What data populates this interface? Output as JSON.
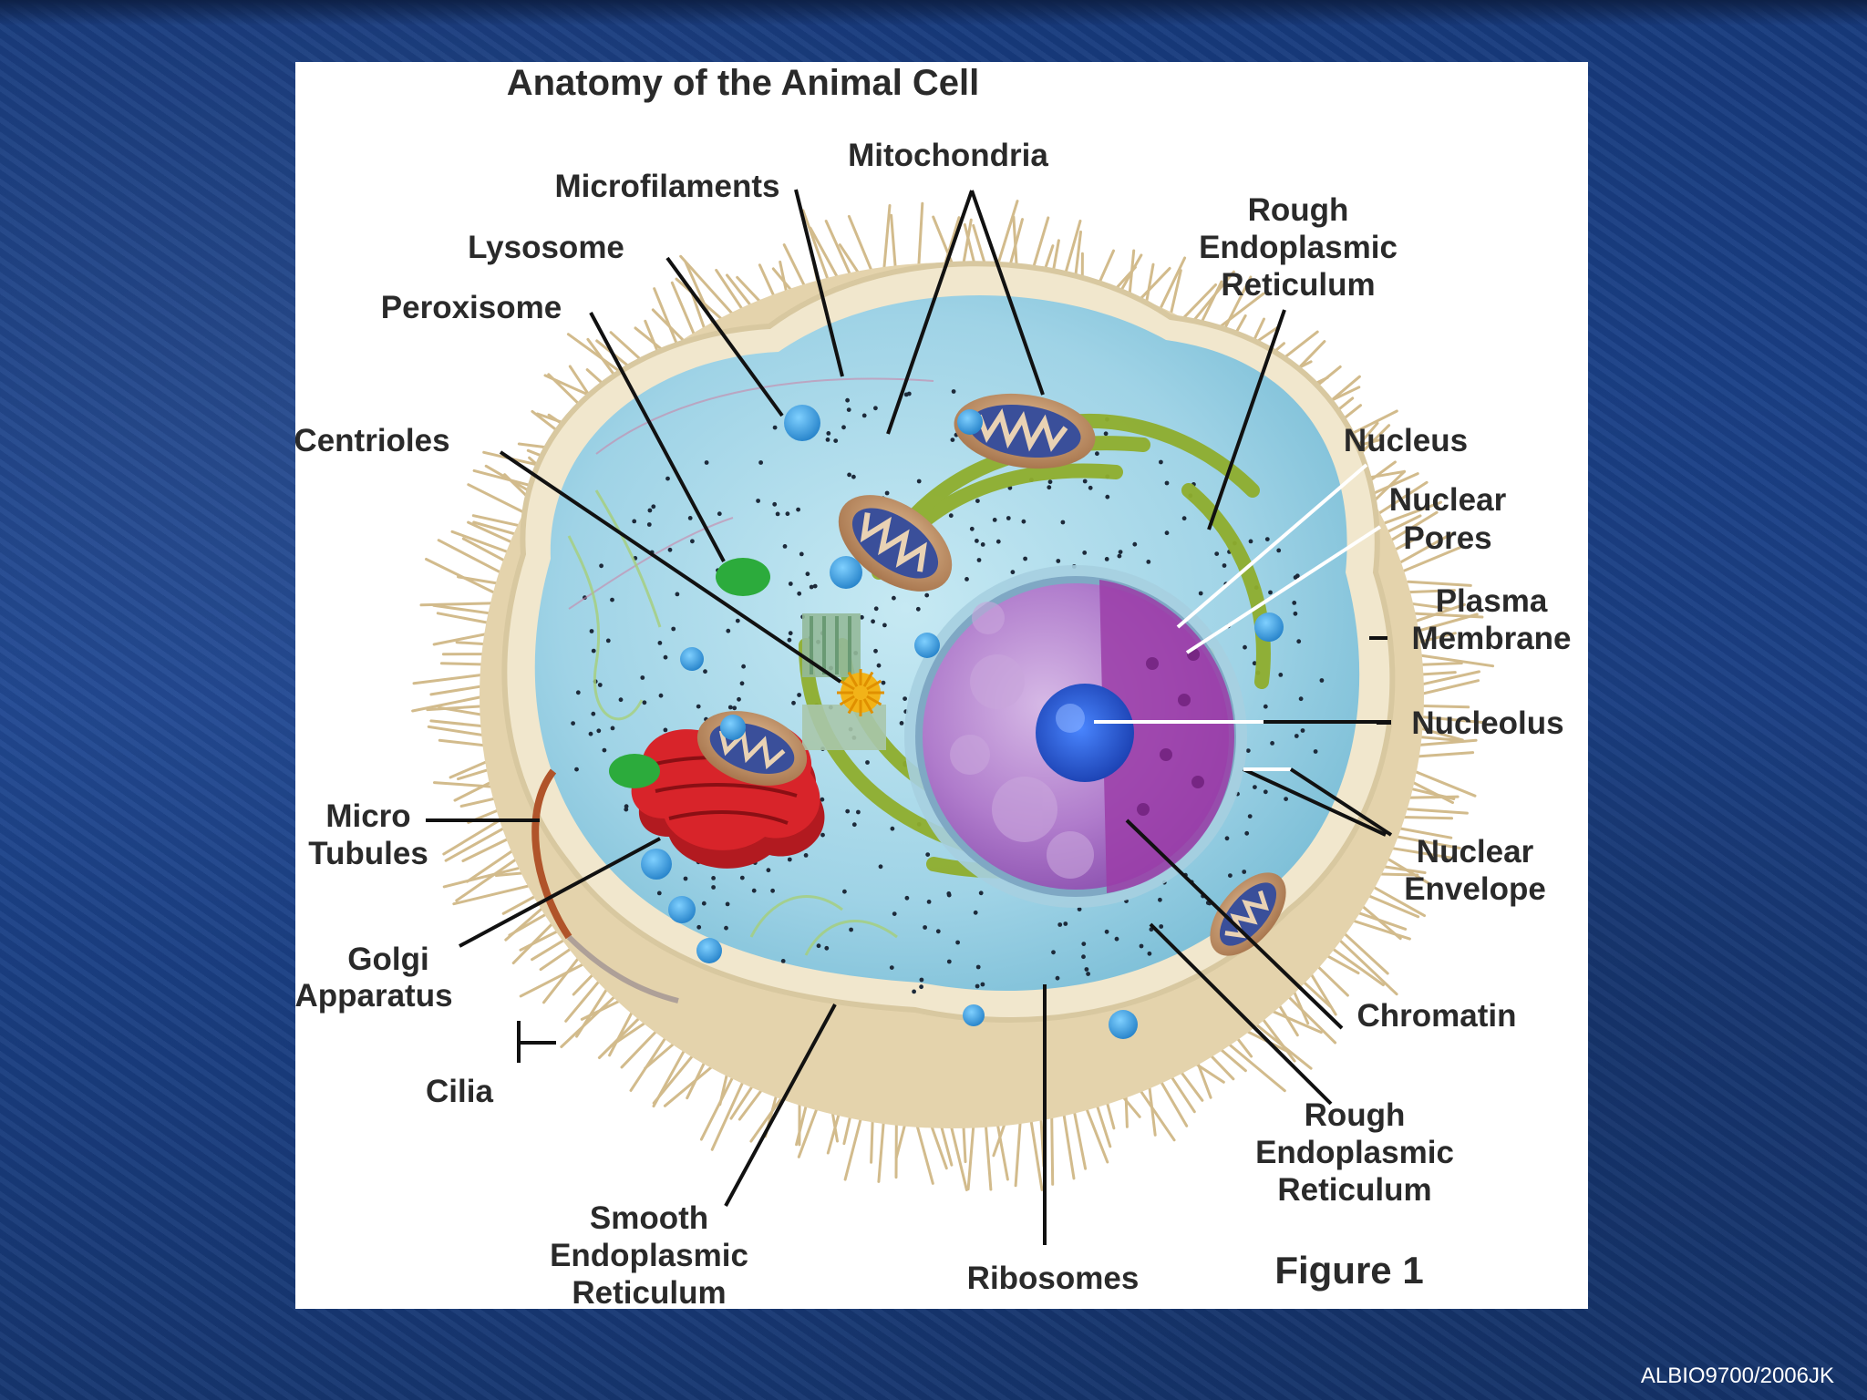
{
  "diagram": {
    "title": "Anatomy of the Animal Cell",
    "figure_label": "Figure 1",
    "labels": {
      "mitochondria": "Mitochondria",
      "microfilaments": "Microfilaments",
      "lysosome": "Lysosome",
      "peroxisome": "Peroxisome",
      "centrioles": "Centrioles",
      "micro_tubules": [
        "Micro",
        "Tubules"
      ],
      "golgi_apparatus": [
        "Golgi",
        "Apparatus"
      ],
      "cilia": "Cilia",
      "smooth_er": [
        "Smooth",
        "Endoplasmic",
        "Reticulum"
      ],
      "ribosomes": "Ribosomes",
      "rough_er_top": [
        "Rough",
        "Endoplasmic",
        "Reticulum"
      ],
      "nucleus": "Nucleus",
      "nuclear_pores": [
        "Nuclear",
        "Pores"
      ],
      "plasma_membrane": [
        "Plasma",
        "Membrane"
      ],
      "nucleolus": "Nucleolus",
      "nuclear_envelope": [
        "Nuclear",
        "Envelope"
      ],
      "chromatin": "Chromatin",
      "rough_er_bottom": [
        "Rough",
        "Endoplasmic",
        "Reticulum"
      ]
    }
  },
  "footer": {
    "credit": "ALBIO9700/2006JK"
  },
  "colors": {
    "slide_background": "#1b3f86",
    "cytoplasm": "#9fd3e6",
    "cell_membrane": "#efe3c4",
    "cilia": "#d9c49b",
    "nucleus": "#a86fc4",
    "nucleolus": "#2456c8",
    "golgi": "#d8242a",
    "rough_er": "#9ab53a",
    "peroxisome": "#2cab3c",
    "lysosome": "#3a9ee0",
    "mitochondria": "#c49368",
    "label_text": "#2a2a2a"
  }
}
